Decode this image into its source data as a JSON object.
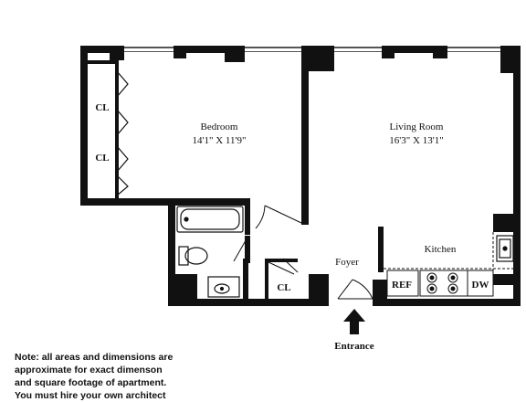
{
  "rooms": {
    "bedroom": {
      "name": "Bedroom",
      "dims": "14'1\" X 11'9\""
    },
    "living_room": {
      "name": "Living Room",
      "dims": "16'3\" X 13'1\""
    },
    "kitchen": {
      "name": "Kitchen"
    },
    "foyer": {
      "name": "Foyer"
    }
  },
  "labels": {
    "closet_upper": "CL",
    "closet_lower": "CL",
    "closet_foyer": "CL",
    "refrigerator": "REF",
    "dishwasher": "DW",
    "entrance": "Entrance"
  },
  "note": {
    "line1": "Note: all areas and dimensions are",
    "line2": "approximate for exact dimenson",
    "line3": "and square footage of apartment.",
    "line4": "You must hire your own architect"
  }
}
